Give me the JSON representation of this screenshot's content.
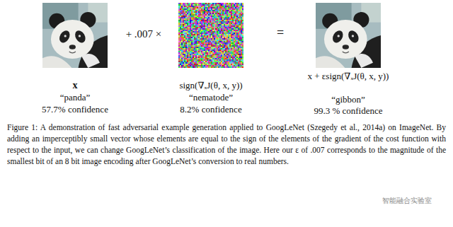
{
  "diagram": {
    "caption": "Figure 1: A demonstration of fast adversarial example generation applied to GoogLeNet (Szegedy et al., 2014a) on ImageNet. By adding an imperceptibly small vector whose elements are equal to the sign of the elements of the gradient of the cost function with respect to the input, we can change GoogLeNet’s classification of the image. Here our ε of .007 corresponds to the magnitude of the smallest bit of an 8 bit image encoding after GoogLeNet’s conversion to real numbers.",
    "labels": [
      "+ .007 ×",
      "=",
      "x",
      "sign(∇ₓJ(θ, x, y))",
      "x + εsign(∇ₓJ(θ, x, y))",
      "“panda”",
      "“nematode”",
      "“gibbon”",
      "57.7% confidence",
      "8.2% confidence",
      "99.3 % confidence",
      "智能融合实验室"
    ]
  }
}
